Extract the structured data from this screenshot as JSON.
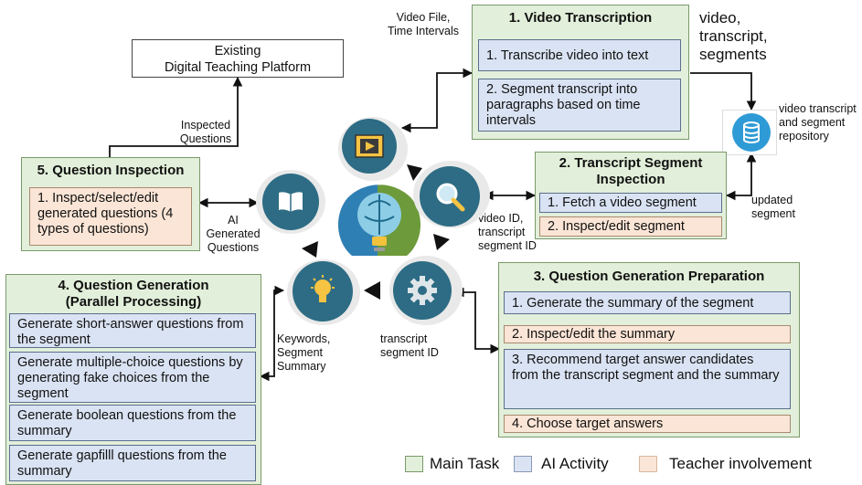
{
  "platform": {
    "line1": "Existing",
    "line2": "Digital Teaching Platform"
  },
  "labels": {
    "video_file": "Video File,\nTime Intervals",
    "video_output": "video,\ntranscript,\nsegments",
    "repo": "video transcript\nand segment\nrepository",
    "updated": "updated\nsegment",
    "inspected": "Inspected\nQuestions",
    "ai_generated": "AI\nGenerated\nQuestions",
    "video_id": "video ID,\ntranscript\nsegment ID",
    "keywords": "Keywords,\nSegment\nSummary",
    "transcript_id": "transcript\nsegment ID"
  },
  "task1": {
    "title": "1. Video Transcription",
    "items": [
      "1. Transcribe video into text",
      "2. Segment transcript into paragraphs based on time intervals"
    ]
  },
  "task2": {
    "title": "2. Transcript Segment Inspection",
    "items": [
      "1. Fetch a video segment",
      "2. Inspect/edit segment"
    ]
  },
  "task3": {
    "title": "3. Question Generation Preparation",
    "items": [
      "1. Generate the summary of the segment",
      "2. Inspect/edit the summary",
      "3. Recommend target answer candidates from the transcript segment and the summary",
      "4. Choose target answers"
    ]
  },
  "task4": {
    "title": "4. Question Generation (Parallel Processing)",
    "items": [
      "Generate short-answer questions from the segment",
      "Generate multiple-choice questions by generating fake choices from the segment",
      "Generate boolean questions from the summary",
      "Generate gapfilll questions from the summary"
    ]
  },
  "task5": {
    "title": "5. Question Inspection",
    "items": [
      "1. Inspect/select/edit generated questions (4 types of questions)"
    ]
  },
  "legend": {
    "main": "Main Task",
    "ai": "AI Activity",
    "teacher": "Teacher involvement"
  },
  "colors": {
    "main": "#e2efda",
    "ai": "#dae3f3",
    "teacher": "#fbe5d6",
    "icon_circle": "#2d6c84"
  },
  "icons": [
    "video-icon",
    "search-icon",
    "gear-icon",
    "lightbulb-icon",
    "book-icon",
    "database-icon",
    "brain-heads-icon"
  ]
}
